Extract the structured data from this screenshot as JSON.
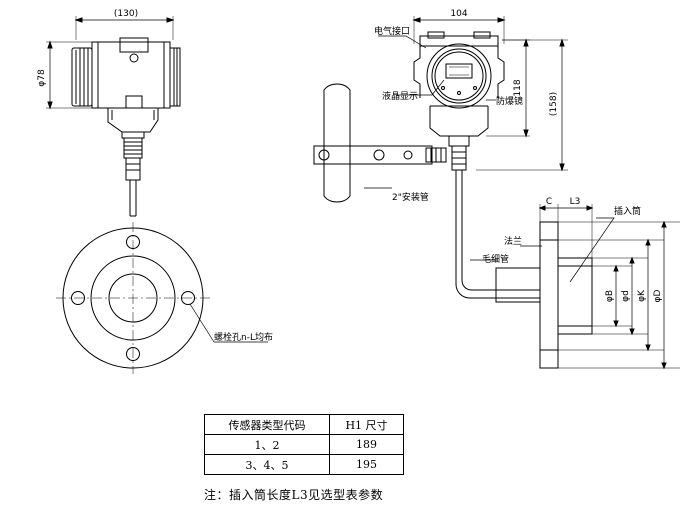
{
  "dimensions": {
    "left_width": "(130)",
    "left_height": "φ78",
    "right_width": "104",
    "right_h1": "118",
    "right_total": "(158)",
    "flange_c": "C",
    "flange_l3": "L3",
    "dia_b": "φB",
    "dia_d": "φd",
    "dia_k": "φK",
    "dia_D": "φD"
  },
  "labels": {
    "electrical_interface": "电气接口",
    "lcd_display": "液晶显示",
    "explosion_proof_mirror": "防爆镜",
    "mounting_pipe": "2\"安装管",
    "flange": "法兰",
    "capillary": "毛细管",
    "insert_cylinder": "插入筒",
    "bolt_holes": "螺栓孔n-L均布"
  },
  "table": {
    "headers": [
      "传感器类型代码",
      "H1  尺寸"
    ],
    "rows": [
      [
        "1、2",
        "189"
      ],
      [
        "3、4、5",
        "195"
      ]
    ]
  },
  "note": "注：插入筒长度L3见选型表参数"
}
